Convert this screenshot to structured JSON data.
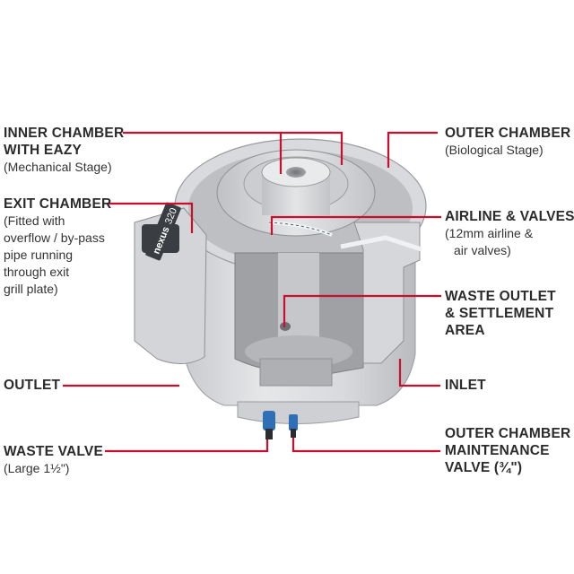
{
  "labels": {
    "inner_chamber": {
      "title_lines": [
        "INNER CHAMBER",
        "WITH EAZY"
      ],
      "sub_lines": [
        "(Mechanical Stage)"
      ]
    },
    "exit_chamber": {
      "title_lines": [
        "EXIT CHAMBER"
      ],
      "sub_lines": [
        "(Fitted with",
        "overflow / by-pass",
        "pipe running",
        "through exit",
        "grill plate)"
      ]
    },
    "outlet": {
      "title_lines": [
        "OUTLET"
      ],
      "sub_lines": []
    },
    "waste_valve": {
      "title_lines": [
        "WASTE VALVE"
      ],
      "sub_lines": [
        "(Large 1½\")"
      ]
    },
    "outer_chamber": {
      "title_lines": [
        "OUTER CHAMBER"
      ],
      "sub_lines": [
        "(Biological Stage)"
      ]
    },
    "airline_valves": {
      "title_lines": [
        "AIRLINE & VALVES"
      ],
      "sub_lines": [
        "(12mm airline &",
        "air valves)"
      ]
    },
    "waste_outlet": {
      "title_lines": [
        "WASTE OUTLET",
        "& SETTLEMENT",
        "AREA"
      ],
      "sub_lines": []
    },
    "inlet": {
      "title_lines": [
        "INLET"
      ],
      "sub_lines": []
    },
    "outer_maintenance_valve": {
      "title_lines": [
        "OUTER CHAMBER",
        "MAINTENANCE",
        "VALVE (¾\")"
      ],
      "sub_lines": []
    }
  },
  "product_badge": {
    "brand": "nexus",
    "model": "320"
  },
  "colors": {
    "leader": "#c8102e",
    "body": "#dcdde0",
    "shadow": "#a9abaf",
    "valve": "#2f6fb5"
  }
}
